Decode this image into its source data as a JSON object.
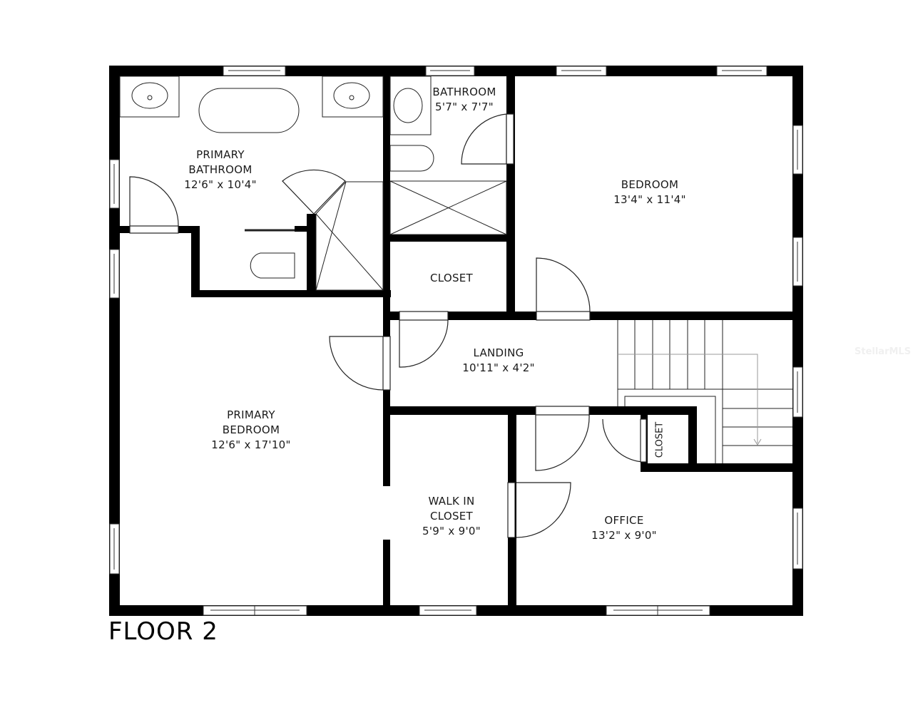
{
  "floor": {
    "title": "FLOOR 2"
  },
  "rooms": {
    "primary_bathroom": {
      "line1": "PRIMARY",
      "line2": "BATHROOM",
      "dims": "12'6\" x 10'4\""
    },
    "bathroom": {
      "name": "BATHROOM",
      "dims": "5'7\" x 7'7\""
    },
    "bedroom": {
      "name": "BEDROOM",
      "dims": "13'4\" x 11'4\""
    },
    "closet_upper": {
      "name": "CLOSET"
    },
    "landing": {
      "name": "LANDING",
      "dims": "10'11\" x 4'2\""
    },
    "primary_bedroom": {
      "line1": "PRIMARY",
      "line2": "BEDROOM",
      "dims": "12'6\" x 17'10\""
    },
    "walk_in_closet": {
      "line1": "WALK IN",
      "line2": "CLOSET",
      "dims": "5'9\" x 9'0\""
    },
    "office": {
      "name": "OFFICE",
      "dims": "13'2\" x 9'0\""
    },
    "office_closet": {
      "name": "CLOSET"
    }
  },
  "watermark": {
    "text": "StellarMLS"
  },
  "colors": {
    "wall": "#000000",
    "line": "#222222",
    "stair_arrow": "#999999",
    "background": "#ffffff"
  }
}
